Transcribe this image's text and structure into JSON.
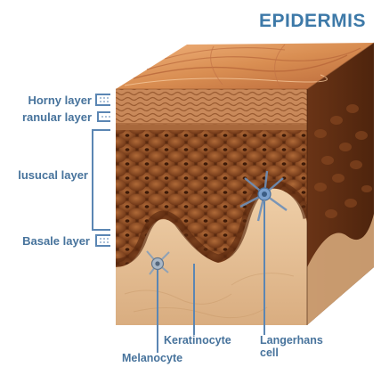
{
  "diagram": {
    "title": "EPIDERMIS",
    "layers": [
      {
        "label": "Horny layer"
      },
      {
        "label": "ranular layer"
      },
      {
        "label": "lusucal layer"
      },
      {
        "label": "Basale layer"
      }
    ],
    "cells": [
      {
        "label": "Melanocyte"
      },
      {
        "label": "Keratinocyte"
      },
      {
        "label": "Langerhans",
        "label2": "cell"
      }
    ],
    "colors": {
      "label": "#47739c",
      "title": "#3d79a8",
      "bracket": "#5b86b3",
      "skin_surface": "#d9955c",
      "cell_fill": "#8a4a22",
      "dermis": "#e7c49c"
    }
  }
}
